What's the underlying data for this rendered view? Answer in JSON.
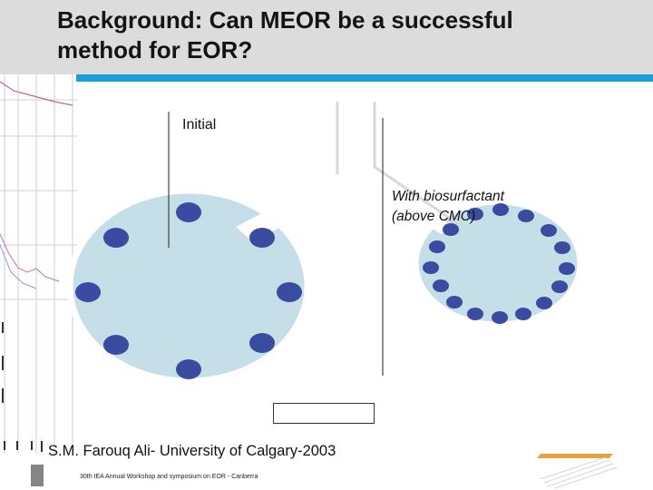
{
  "slide": {
    "title": "Background: Can MEOR be a successful method for EOR?",
    "title_line1": "Background: Can MEOR be a successful",
    "title_line2": "method for EOR?",
    "colors": {
      "title_bar": "#dcdcdc",
      "accent": "#1a9ed8",
      "pore_fill": "#c5dee7",
      "droplet": "#3b4ba0",
      "logo": "#e8a23a"
    }
  },
  "diagram": {
    "label_initial": "Initial",
    "label_bio_line1": "With biosurfactant",
    "label_bio_line2": "(above CMC)"
  },
  "footer": {
    "author": "S.M. Farouq Ali- University of Calgary-2003",
    "conference": "30th IEA Annual Workshop and symposium on EOR - Canberra"
  }
}
